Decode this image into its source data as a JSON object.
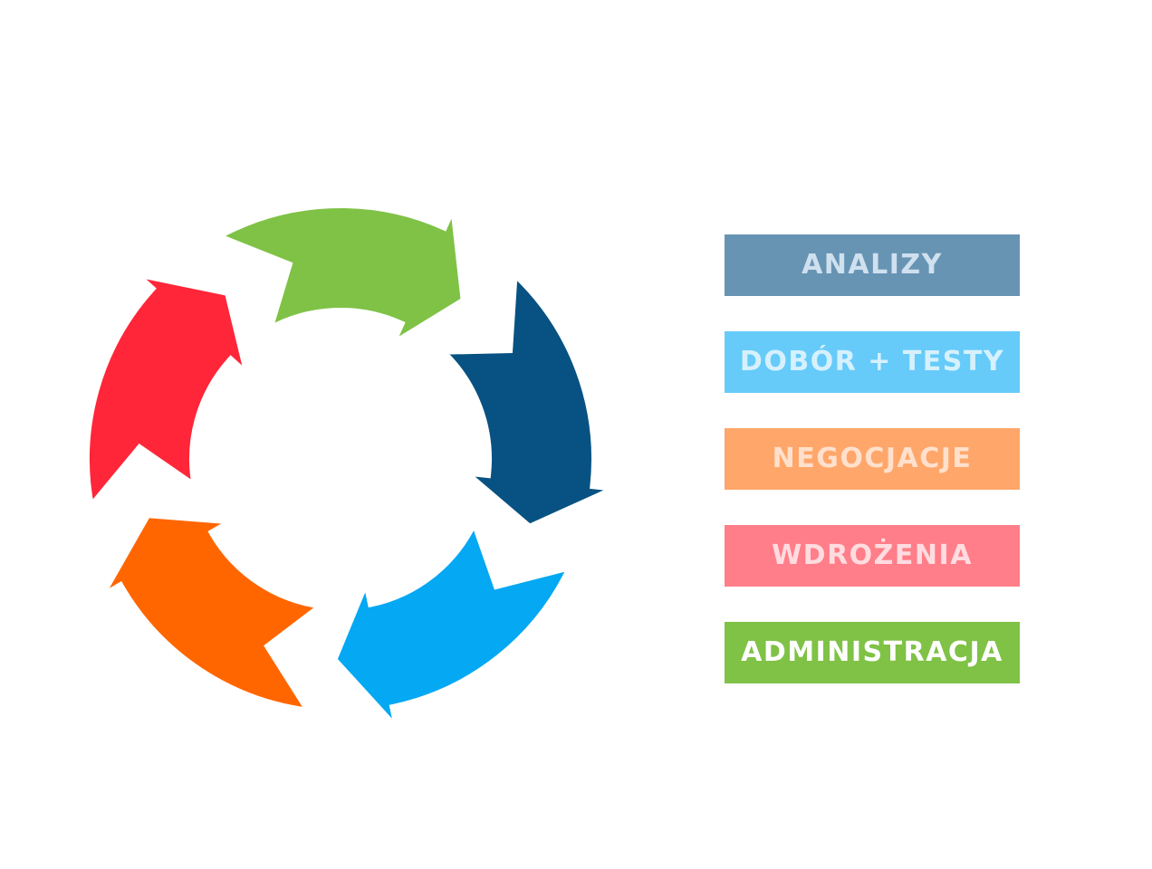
{
  "diagram": {
    "type": "cycle",
    "segments": [
      {
        "label": "ANALIZY",
        "arrow_color": "#7fc246",
        "box_color": "#6894b4",
        "text_color": "#cfe0ee"
      },
      {
        "label": "DOBÓR + TESTY",
        "arrow_color": "#075282",
        "box_color": "#66cbf9",
        "text_color": "#d6f1fd"
      },
      {
        "label": "NEGOCJACJE",
        "arrow_color": "#04a8f3",
        "box_color": "#ffa66a",
        "text_color": "#ffe0cc"
      },
      {
        "label": "WDROŻENIA",
        "arrow_color": "#ff6600",
        "box_color": "#ff7e89",
        "text_color": "#ffdce0"
      },
      {
        "label": "ADMINISTRACJA",
        "arrow_color": "#ff2639",
        "box_color": "#7fc246",
        "text_color": "#ffffff"
      }
    ]
  }
}
